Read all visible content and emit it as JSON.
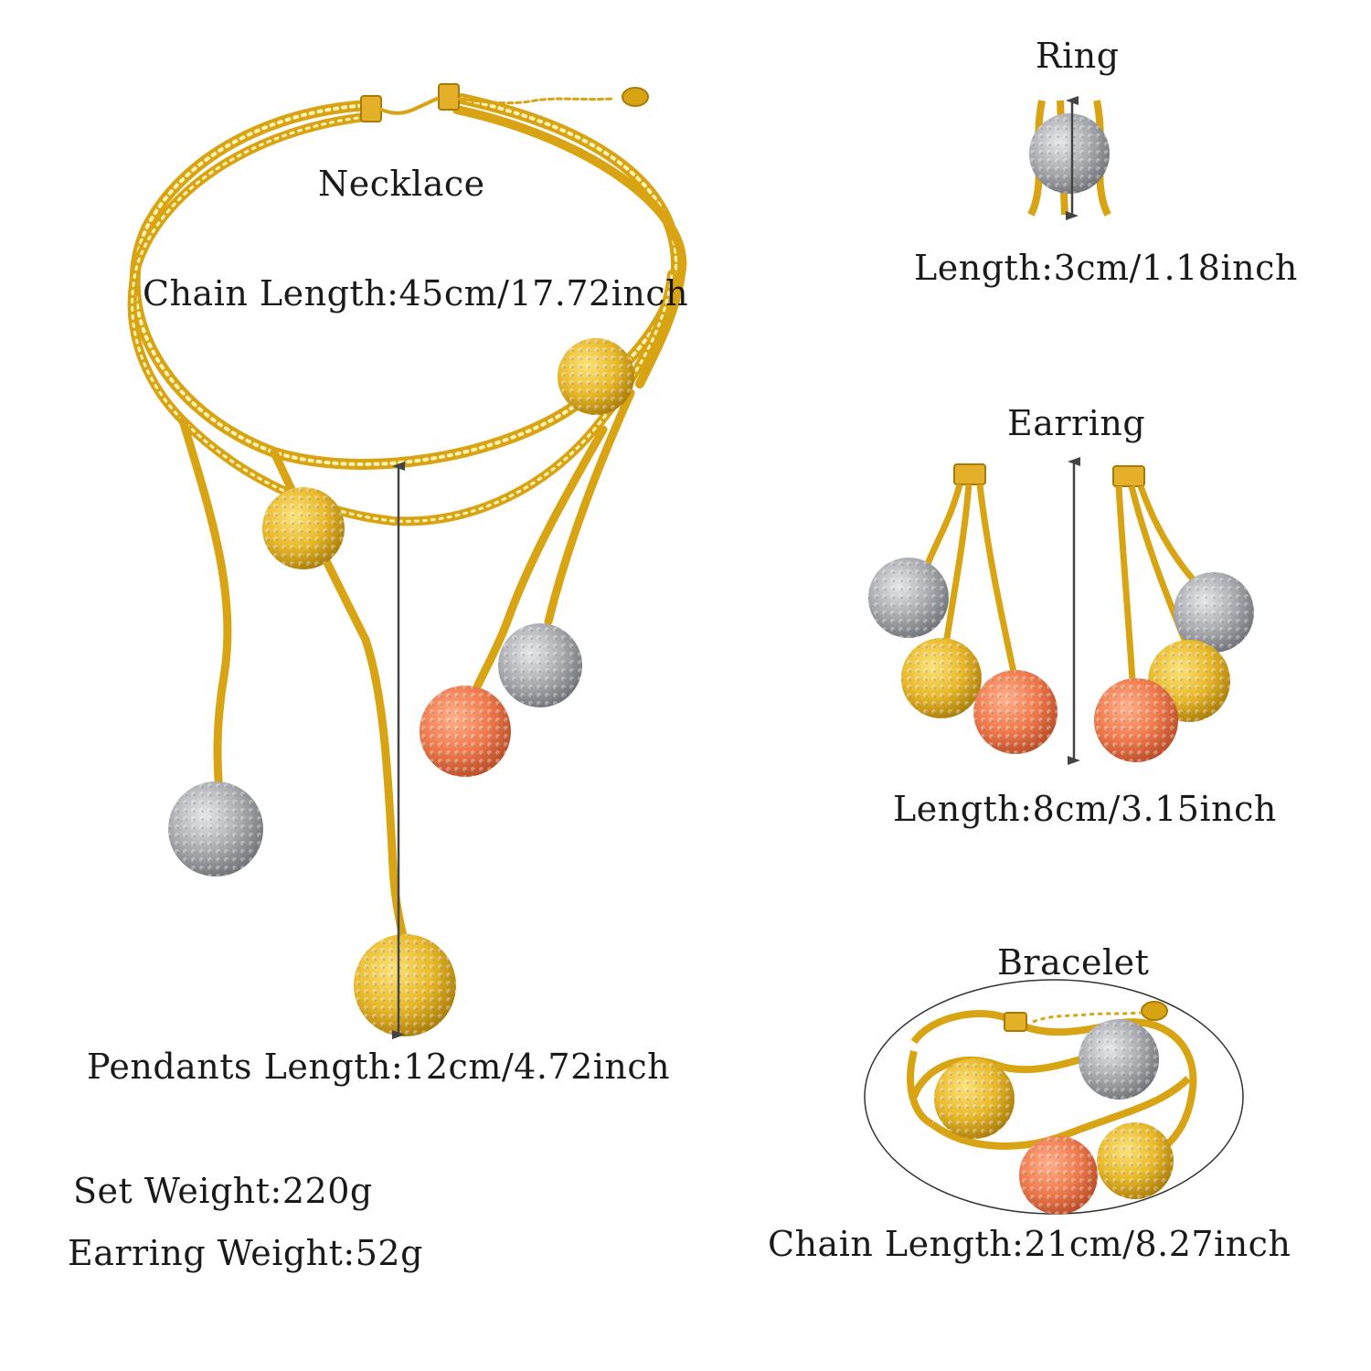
{
  "colors": {
    "gold": "#e9b92a",
    "gold_dark": "#a97a06",
    "silver": "#a9abb0",
    "silver_dark": "#6d7076",
    "rose": "#f07a4c",
    "rose_dark": "#b84a24",
    "arrow": "#444444",
    "text": "#1a1a1a"
  },
  "necklace": {
    "title": "Necklace",
    "chain_length": "Chain Length:45cm/17.72inch",
    "pendants_length": "Pendants Length:12cm/4.72inch"
  },
  "ring": {
    "title": "Ring",
    "length": "Length:3cm/1.18inch"
  },
  "earring": {
    "title": "Earring",
    "length": "Length:8cm/3.15inch"
  },
  "bracelet": {
    "title": "Bracelet",
    "chain_length": "Chain Length:21cm/8.27inch"
  },
  "weights": {
    "set_weight": "Set Weight:220g",
    "earring_weight": "Earring Weight:52g"
  }
}
